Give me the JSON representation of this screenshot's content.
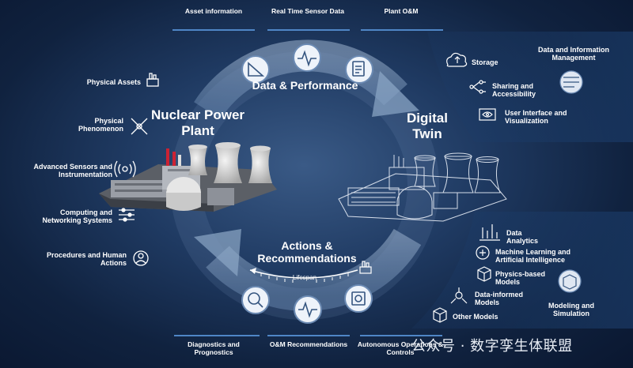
{
  "top_labels": [
    "Asset information",
    "Real Time Sensor Data",
    "Plant O&M"
  ],
  "bottom_labels": [
    "Diagnostics and Prognostics",
    "O&M Recommendations",
    "Autonomous Operations & Controls"
  ],
  "cycle": {
    "data_performance": "Data & Performance",
    "actions_recommendations": "Actions & Recommendations",
    "lifespan": "Lifespan"
  },
  "nuclear_power_plant": "Nuclear Power Plant",
  "digital_twin": "Digital Twin",
  "left_items": [
    "Physical Assets",
    "Physical Phenomenon",
    "Advanced Sensors and Instrumentation",
    "Computing and Networking Systems",
    "Procedures and Human Actions"
  ],
  "data_management": {
    "title": "Data and Information Management",
    "items": [
      "Storage",
      "Sharing and Accessibility",
      "User Interface and Visualization"
    ]
  },
  "modeling": {
    "title": "Modeling and Simulation",
    "items": [
      "Data Analytics",
      "Machine Learning and Artificial Intelligence",
      "Physics-based Models",
      "Data-informed Models",
      "Other Models"
    ]
  },
  "watermark": "公众号 · 数字孪生体联盟",
  "colors": {
    "background": "#1f3a62",
    "arrow": "#8fa9c8",
    "accent_line": "#4f86c6"
  }
}
